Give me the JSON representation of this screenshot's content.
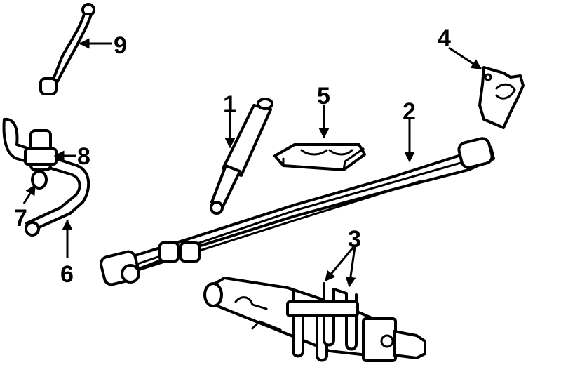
{
  "callouts": {
    "c1": "1",
    "c2": "2",
    "c3": "3",
    "c4": "4",
    "c5": "5",
    "c6": "6",
    "c7": "7",
    "c8": "8",
    "c9": "9"
  },
  "colors": {
    "ink": "#000000",
    "paper": "#ffffff"
  }
}
